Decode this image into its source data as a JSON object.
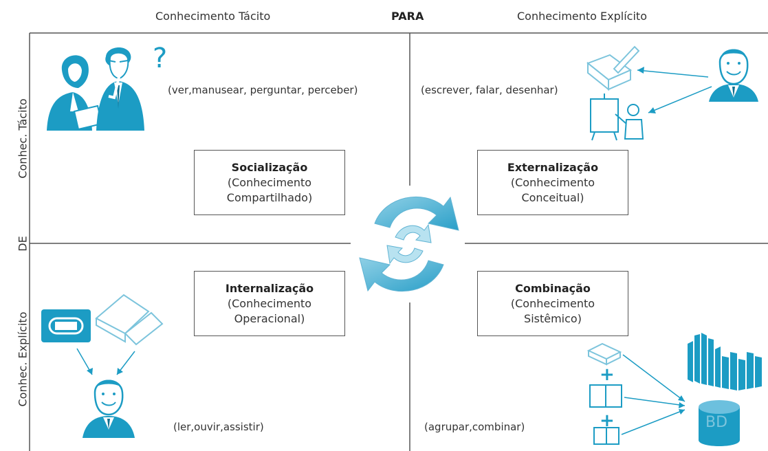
{
  "header": {
    "left_label": "Conhecimento Tácito",
    "center_label": "PARA",
    "right_label": "Conhecimento Explícito"
  },
  "side": {
    "top_label": "Conhec. Tácito",
    "middle_label": "DE",
    "bottom_label": "Conhec. Explícito"
  },
  "quadrants": {
    "socializacao": {
      "title": "Socialização",
      "line1": "(Conhecimento",
      "line2": "Compartilhado)",
      "activities": "(ver,manusear, perguntar, perceber)"
    },
    "externalizacao": {
      "title": "Externalização",
      "line1": "(Conhecimento",
      "line2": "Conceitual)",
      "activities": "(escrever, falar, desenhar)"
    },
    "internalizacao": {
      "title": "Internalização",
      "line1": "(Conhecimento",
      "line2": "Operacional)",
      "activities": "(ler,ouvir,assistir)"
    },
    "combinacao": {
      "title": "Combinação",
      "line1": "(Conhecimento",
      "line2": "Sistêmico)",
      "activities": "(agrupar,combinar)"
    }
  },
  "icons": {
    "question_mark": "?",
    "plus_sign": "+",
    "database_label": "BD",
    "accent_color": "#1c9cc4",
    "light_accent": "#7cc4dc"
  }
}
